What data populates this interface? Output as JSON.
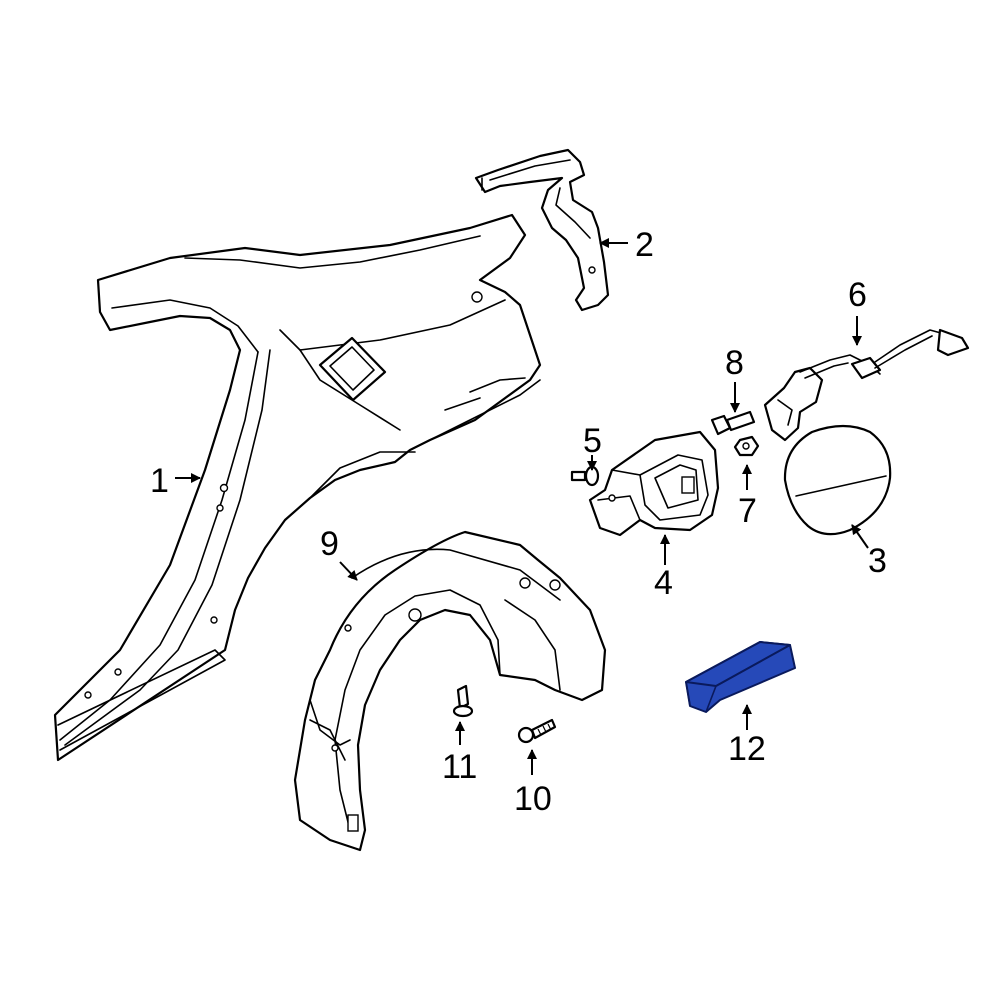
{
  "colors": {
    "line": "#000000",
    "background": "#ffffff",
    "highlight_fill": "#2649b8",
    "highlight_stroke": "#0a1a5c"
  },
  "highlighted_part": "12",
  "callouts": {
    "c1": "1",
    "c2": "2",
    "c3": "3",
    "c4": "4",
    "c5": "5",
    "c6": "6",
    "c7": "7",
    "c8": "8",
    "c9": "9",
    "c10": "10",
    "c11": "11",
    "c12": "12"
  }
}
